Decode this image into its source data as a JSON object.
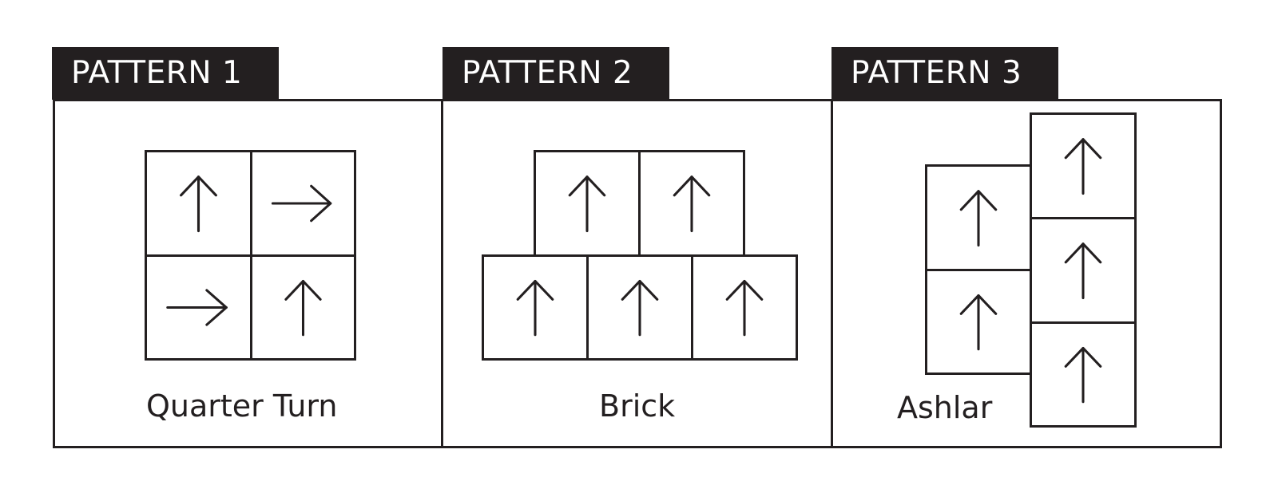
{
  "patterns": [
    {
      "label": "PATTERN 1",
      "caption": "Quarter Turn",
      "tile_arrows": [
        "up",
        "right",
        "right",
        "up"
      ]
    },
    {
      "label": "PATTERN 2",
      "caption": "Brick",
      "tile_arrows": [
        "up",
        "up",
        "up",
        "up",
        "up"
      ]
    },
    {
      "label": "PATTERN 3",
      "caption": "Ashlar",
      "tile_arrows": [
        "up",
        "up",
        "up",
        "up",
        "up"
      ]
    }
  ],
  "colors": {
    "ink": "#231f20",
    "background": "#ffffff"
  },
  "icons": {
    "up": "arrow-up-icon",
    "right": "arrow-right-icon"
  }
}
